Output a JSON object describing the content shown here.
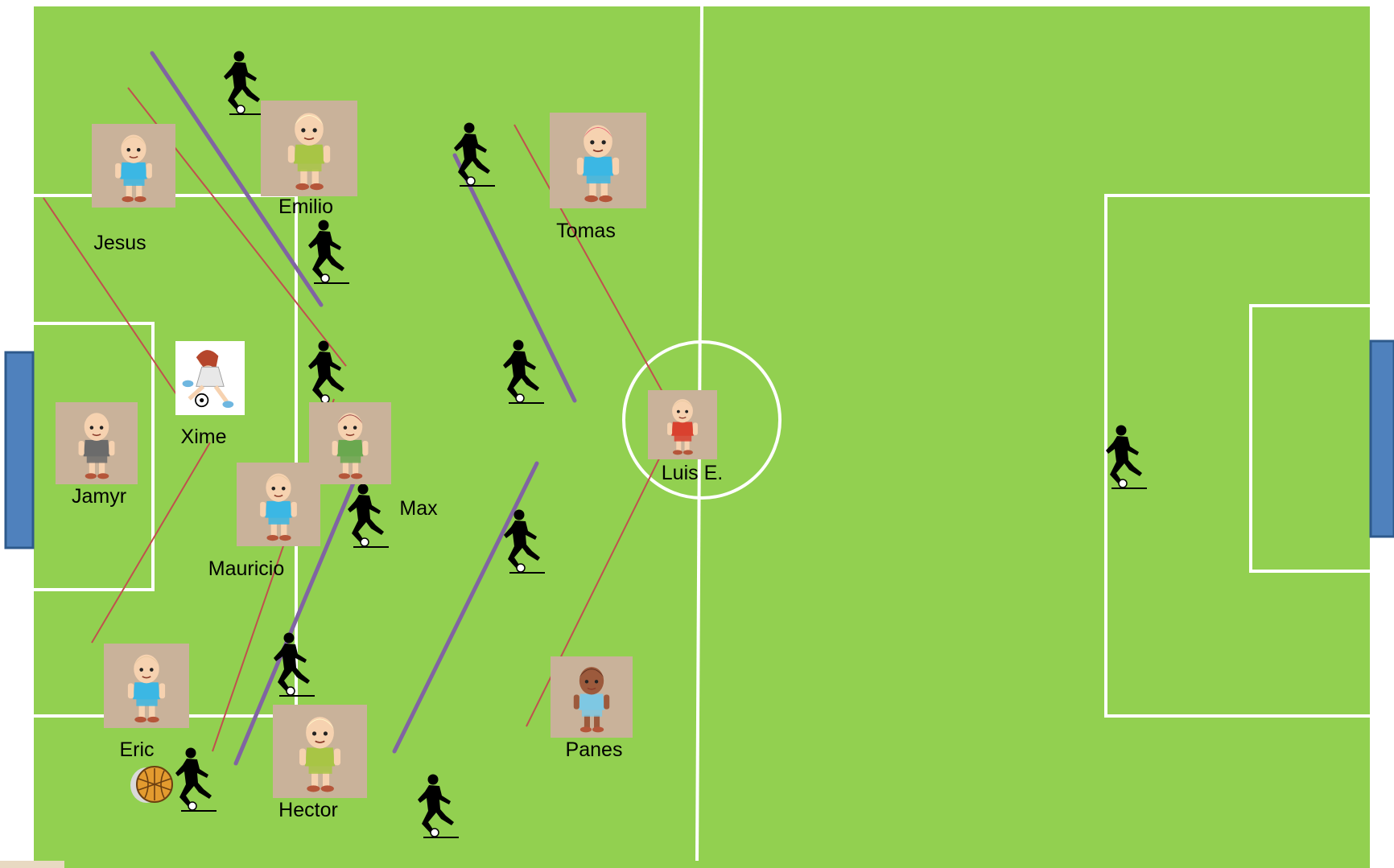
{
  "colors": {
    "pitch": "#92d050",
    "lines": "#ffffff",
    "goal": "#4f81bd",
    "goal_border": "#2e5a8c",
    "red_line": "#c0504d",
    "purple_line": "#8064a2",
    "silhouette": "#000000",
    "card": "#c9b29a"
  },
  "players": [
    {
      "name": "Jesus",
      "kit": "#3bb7e4",
      "hair": "#e9c9a0",
      "skin": "#f6d2b0"
    },
    {
      "name": "Emilio",
      "kit": "#a8c545",
      "hair": "#fff6c8",
      "skin": "#f6d2b0"
    },
    {
      "name": "Tomas",
      "kit": "#3bb7e4",
      "hair": "#e36d7a",
      "skin": "#f6d2b0"
    },
    {
      "name": "Xime",
      "kit": "#ffffff",
      "hair": "#b5462c",
      "skin": "#f6d2b0"
    },
    {
      "name": "Jamyr",
      "kit": "#6b6b6b",
      "hair": "#f6d2b0",
      "skin": "#f6d2b0"
    },
    {
      "name": "Max",
      "kit": "#6aa84f",
      "hair": "#9e4a4a",
      "skin": "#f6d2b0"
    },
    {
      "name": "Mauricio",
      "kit": "#3bb7e4",
      "hair": "#e9c9a0",
      "skin": "#f6d2b0"
    },
    {
      "name": "Luis E.",
      "kit": "#d9412f",
      "hair": "#e9c9a0",
      "skin": "#f6d2b0"
    },
    {
      "name": "Eric",
      "kit": "#3bb7e4",
      "hair": "#e9c9a0",
      "skin": "#f6d2b0"
    },
    {
      "name": "Hector",
      "kit": "#a8c545",
      "hair": "#fff6c8",
      "skin": "#f6d2b0"
    },
    {
      "name": "Panes",
      "kit": "#7ec8e3",
      "hair": "#5a2e1e",
      "skin": "#9c5a3c"
    }
  ],
  "icons": {
    "ball": "soccer-ball-icon",
    "opponent": "opponent-silhouette-icon",
    "goal": "goal-icon",
    "ref": "kicking-girl-clipart"
  }
}
